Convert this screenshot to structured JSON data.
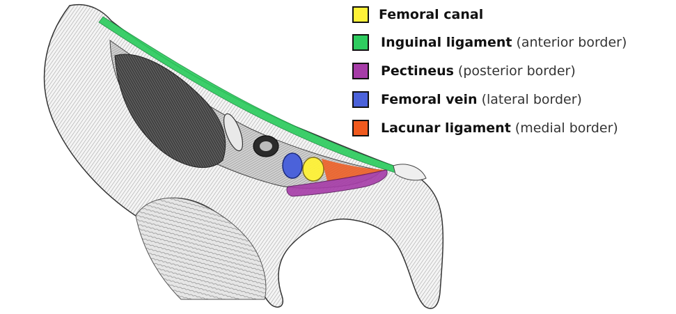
{
  "legend": {
    "items": [
      {
        "label": "Femoral canal",
        "detail": "",
        "color": "#FFF238",
        "icon": "yellow-swatch"
      },
      {
        "label": "Inguinal ligament",
        "detail": "(anterior border)",
        "color": "#2ECC5F",
        "icon": "green-swatch"
      },
      {
        "label": "Pectineus",
        "detail": "(posterior border)",
        "color": "#A63CA8",
        "icon": "purple-swatch"
      },
      {
        "label": "Femoral vein",
        "detail": "(lateral border)",
        "color": "#4B62DA",
        "icon": "blue-swatch"
      },
      {
        "label": "Lacunar ligament",
        "detail": "(medial border)",
        "color": "#F05A1E",
        "icon": "orange-swatch"
      }
    ]
  }
}
